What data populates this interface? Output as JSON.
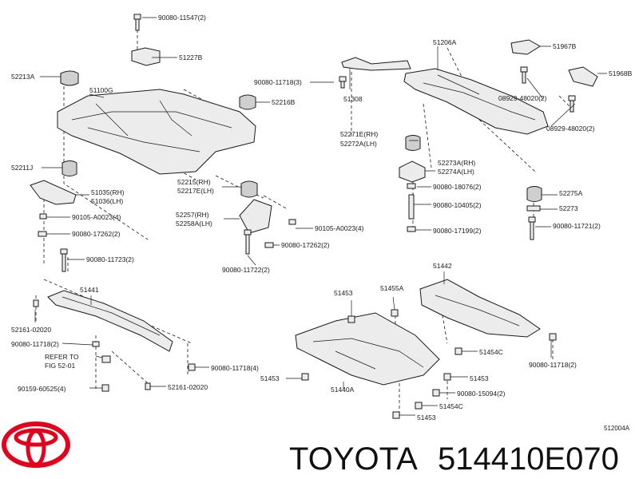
{
  "labels": {
    "l_90080_11547": "90080-11547(2)",
    "l_51227B": "51227B",
    "l_52213A": "52213A",
    "l_51100G": "51100G",
    "l_90080_11718_3": "90080-11718(3)",
    "l_52216B": "52216B",
    "l_52211J": "52211J",
    "l_51035": "51035(RH)",
    "l_51036": "51036(LH)",
    "l_90105_A0023_a": "90105-A0023(4)",
    "l_90080_17262_a": "90080-17262(2)",
    "l_90080_11723": "90080-11723(2)",
    "l_52215": "52215(RH)",
    "l_52217E": "52217E(LH)",
    "l_52257": "52257(RH)",
    "l_52258A": "52258A(LH)",
    "l_90105_A0023_b": "90105-A0023(4)",
    "l_90080_17262_b": "90080-17262(2)",
    "l_90080_11722": "90080-11722(2)",
    "l_51206A": "51206A",
    "l_51967B": "51967B",
    "l_51968B": "51968B",
    "l_51308": "51308",
    "l_08929_48020_a": "08929-48020(2)",
    "l_08929_48020_b": "08929-48020(2)",
    "l_52271E": "52271E(RH)",
    "l_52272A": "52272A(LH)",
    "l_52273A": "52273A(RH)",
    "l_52274A": "52274A(LH)",
    "l_90080_18076": "90080-18076(2)",
    "l_90080_10405": "90080-10405(2)",
    "l_90080_17199": "90080-17199(2)",
    "l_52275A": "52275A",
    "l_52273": "52273",
    "l_90080_11721": "90080-11721(2)",
    "l_51441": "51441",
    "l_52161_02020_a": "52161-02020",
    "l_90080_11718_2a": "90080-11718(2)",
    "l_refer_to": "REFER TO",
    "l_fig": "FIG 52-01",
    "l_90159_60525": "90159-60525(4)",
    "l_90080_11718_4": "90080-11718(4)",
    "l_52161_02020_b": "52161-02020",
    "l_51442": "51442",
    "l_51453_a": "51453",
    "l_51455A": "51455A",
    "l_51454C_a": "51454C",
    "l_90080_11718_2b": "90080-11718(2)",
    "l_51453_b": "51453",
    "l_51453_c": "51453",
    "l_51440A": "51440A",
    "l_90080_15094": "90080-15094(2)",
    "l_51454C_b": "51454C",
    "l_51453_d": "51453",
    "l_doc_id": "512004A"
  },
  "brand": {
    "name": "TOYOTA",
    "part_number": "514410E070",
    "logo_color": "#e5001c",
    "text_color": "#111111"
  }
}
